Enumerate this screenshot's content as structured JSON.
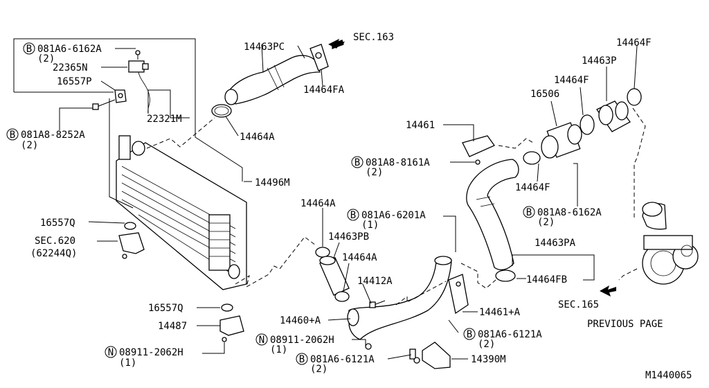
{
  "diagram_id": "M1440065",
  "sections": {
    "sec163": "SEC.163",
    "sec620": "SEC.620",
    "sec620_sub": "(62244Q)",
    "sec165": "SEC.165",
    "previous_page": "PREVIOUS PAGE"
  },
  "markers": {
    "b": "B",
    "n": "N"
  },
  "labels": {
    "p081A6_6162A_top": "081A6-6162A",
    "p081A6_6162A_top_qty": "(2)",
    "p22365N": "22365N",
    "p16557P": "16557P",
    "p22321M": "22321M",
    "p081A8_8252A": "081A8-8252A",
    "p081A8_8252A_qty": "(2)",
    "p14463PC": "14463PC",
    "p14464FA": "14464FA",
    "p14464A_top": "14464A",
    "p14496M": "14496M",
    "p16557Q_top": "16557Q",
    "p16557Q_bot": "16557Q",
    "p14487": "14487",
    "p08911_2062H_left": "08911-2062H",
    "p08911_2062H_left_qty": "(1)",
    "p14464F_top": "14464F",
    "p14463P": "14463P",
    "p14464F_mid": "14464F",
    "p16506": "16506",
    "p14461": "14461",
    "p081A8_8161A": "081A8-8161A",
    "p081A8_8161A_qty": "(2)",
    "p14464F_low": "14464F",
    "p081A8_6162A": "081A8-6162A",
    "p081A8_6162A_qty": "(2)",
    "p14464A_mid": "14464A",
    "p081A6_6201A": "081A6-6201A",
    "p081A6_6201A_qty": "(1)",
    "p14463PB": "14463PB",
    "p14464A_low": "14464A",
    "p14412A": "14412A",
    "p14463PA": "14463PA",
    "p14464FB": "14464FB",
    "p14460A": "14460+A",
    "p14461A": "14461+A",
    "p081A6_6121A_right": "081A6-6121A",
    "p081A6_6121A_right_qty": "(2)",
    "p08911_2062H_mid": "08911-2062H",
    "p08911_2062H_mid_qty": "(1)",
    "p081A6_6121A_bot": "081A6-6121A",
    "p081A6_6121A_bot_qty": "(2)",
    "p14390M": "14390M"
  }
}
